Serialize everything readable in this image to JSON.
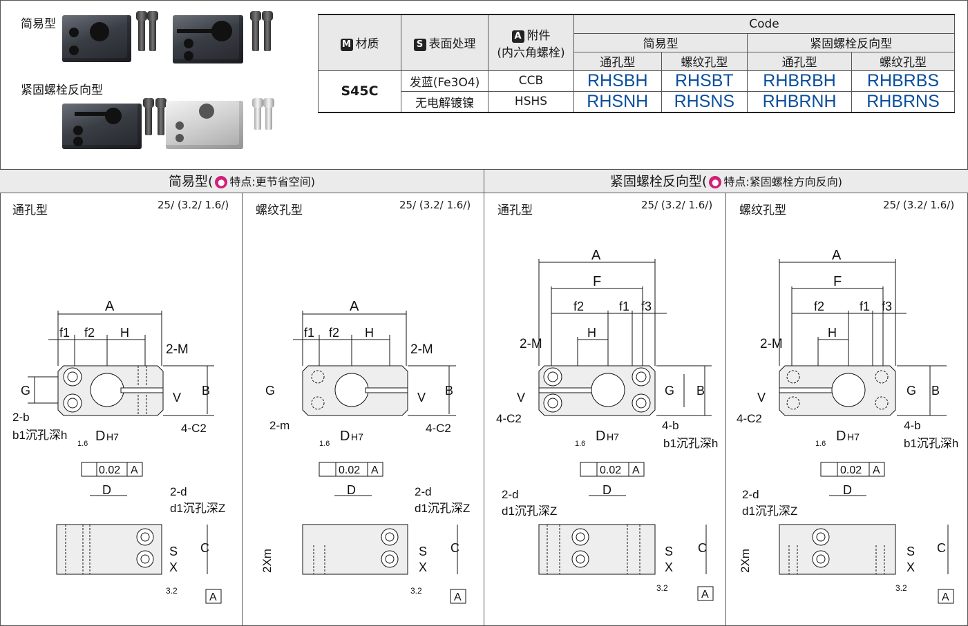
{
  "products": {
    "simple_label": "简易型",
    "reverse_label": "紧固螺栓反向型"
  },
  "table": {
    "h_material_badge": "M",
    "h_material": "材质",
    "h_surface_badge": "S",
    "h_surface": "表面处理",
    "h_accessory_badge": "A",
    "h_accessory": "附件",
    "h_accessory_sub": "(内六角螺栓)",
    "h_code": "Code",
    "h_simple": "简易型",
    "h_reverse": "紧固螺栓反向型",
    "h_through": "通孔型",
    "h_tapped": "螺纹孔型",
    "h_through2": "通孔型",
    "h_tapped2": "螺纹孔型",
    "material": "S45C",
    "rows": [
      {
        "surface": "发蓝(Fe3O4)",
        "bolt": "CCB",
        "c1": "RHSBH",
        "c2": "RHSBT",
        "c3": "RHBRBH",
        "c4": "RHBRBS"
      },
      {
        "surface": "无电解镀镍",
        "bolt": "HSHS",
        "c1": "RHSNH",
        "c2": "RHSNS",
        "c3": "RHBRNH",
        "c4": "RHBRNS"
      }
    ]
  },
  "sections": {
    "simple_title": "简易型(",
    "simple_note_label": "特点:",
    "simple_note": "更节省空间)",
    "reverse_title": "紧固螺栓反向型(",
    "reverse_note_label": "特点:",
    "reverse_note": "紧固螺栓方向反向)"
  },
  "panels": [
    {
      "title": "通孔型",
      "roughness": "25/ (3.2/ 1.6/)"
    },
    {
      "title": "螺纹孔型",
      "roughness": "25/ (3.2/ 1.6/)"
    },
    {
      "title": "通孔型",
      "roughness": "25/ (3.2/ 1.6/)"
    },
    {
      "title": "螺纹孔型",
      "roughness": "25/ (3.2/ 1.6/)"
    }
  ],
  "dims": {
    "A": "A",
    "F": "F",
    "f1": "f1",
    "f2": "f2",
    "f3": "f3",
    "H": "H",
    "two_M": "2-M",
    "G": "G",
    "V": "V",
    "B": "B",
    "two_b": "2-b",
    "b1_depth": "b1沉孔深h",
    "four_b": "4-b",
    "four_C2": "4-C2",
    "two_m": "2-m",
    "D_H7_D": "D",
    "D_H7_sub": "H7",
    "r16": "1.6",
    "tol": "0.02",
    "datum": "A",
    "D": "D",
    "two_d": "2-d",
    "d1_depth": "d1沉孔深Z",
    "S": "S",
    "X": "X",
    "C": "C",
    "two_X_m": "2Xm",
    "r32": "3.2"
  }
}
